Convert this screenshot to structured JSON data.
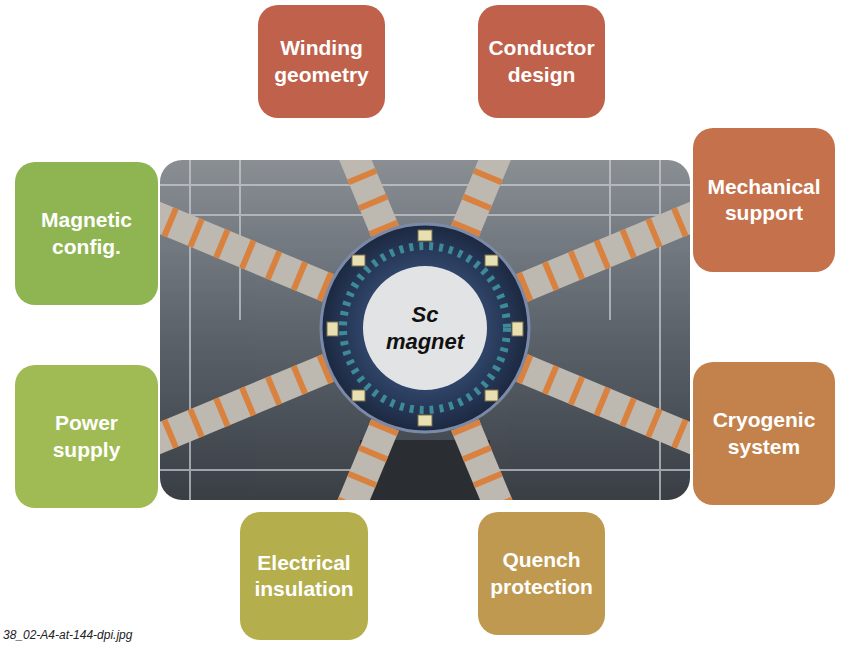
{
  "diagram": {
    "nodes": [
      {
        "text": [
          "Winding geometry"
        ]
      },
      {
        "text": [
          "Conductor design"
        ]
      },
      {
        "text": [
          "Magnetic config."
        ]
      },
      {
        "text": [
          "Mechanical support"
        ]
      },
      {
        "text": [
          "Sc magnet"
        ]
      },
      {
        "text": [
          "Power supply"
        ]
      },
      {
        "text": [
          "Cryogenic system"
        ]
      },
      {
        "text": [
          "Electrical insulation"
        ]
      },
      {
        "text": [
          "Quench protection"
        ]
      }
    ],
    "edges": [],
    "labels": [
      "38_02-A4-at-144-dpi.jpg"
    ]
  }
}
